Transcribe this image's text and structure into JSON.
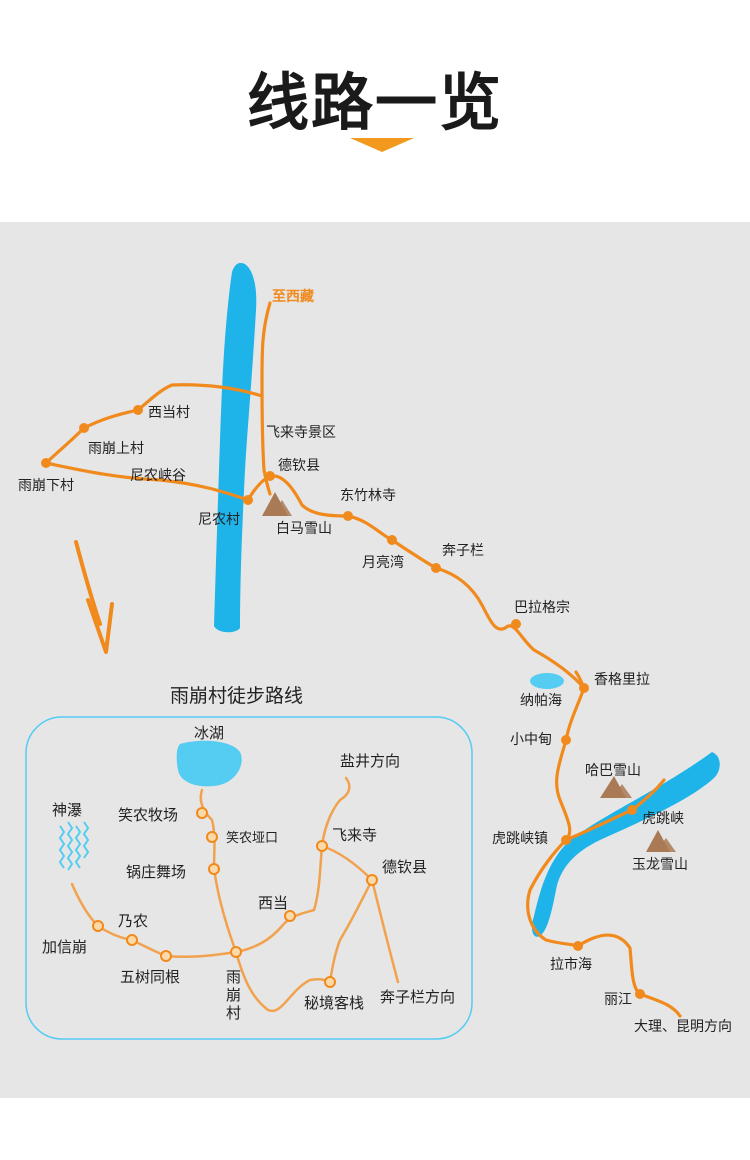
{
  "title": "线路一览",
  "colors": {
    "route": "#f18a1d",
    "river": "#1eb4ea",
    "lake": "#55ccf2",
    "mountain": "#a97a55",
    "background": "#e6e6e6",
    "inset_border": "#55ccf2"
  },
  "main_map": {
    "destination_label": "至西藏",
    "labels": {
      "xidang": "西当村",
      "yubeng_upper": "雨崩上村",
      "yubeng_lower": "雨崩下村",
      "niniong_valley": "尼农峡谷",
      "niniong": "尼农村",
      "feilaisi": "飞来寺景区",
      "deqin": "德钦县",
      "baima": "白马雪山",
      "dongzhulin": "东竹林寺",
      "yueliangwan": "月亮湾",
      "benzilan": "奔子栏",
      "balagezong": "巴拉格宗",
      "napahai": "纳帕海",
      "shangrila": "香格里拉",
      "xiaozhongdian": "小中甸",
      "habashan": "哈巴雪山",
      "hutiaoxia": "虎跳峡",
      "hutiaoxia_town": "虎跳峡镇",
      "yulongshan": "玉龙雪山",
      "lashihai": "拉市海",
      "lijiang": "丽江",
      "dali_kunming": "大理、昆明方向"
    }
  },
  "inset": {
    "title": "雨崩村徒步路线",
    "labels": {
      "binghu": "冰湖",
      "yanjing": "盐井方向",
      "shenpu": "神瀑",
      "xiaonong_ranch": "笑农牧场",
      "xiaonong_pass": "笑农垭口",
      "feilaisi": "飞来寺",
      "guozhuang": "锅庄舞场",
      "deqin": "德钦县",
      "xidang": "西当",
      "nainong": "乃农",
      "jiaxinbeng": "加信崩",
      "wushutonggen": "五树同根",
      "yubengcun": "雨崩村",
      "mijing": "秘境客栈",
      "benzilan_dir": "奔子栏方向"
    }
  }
}
